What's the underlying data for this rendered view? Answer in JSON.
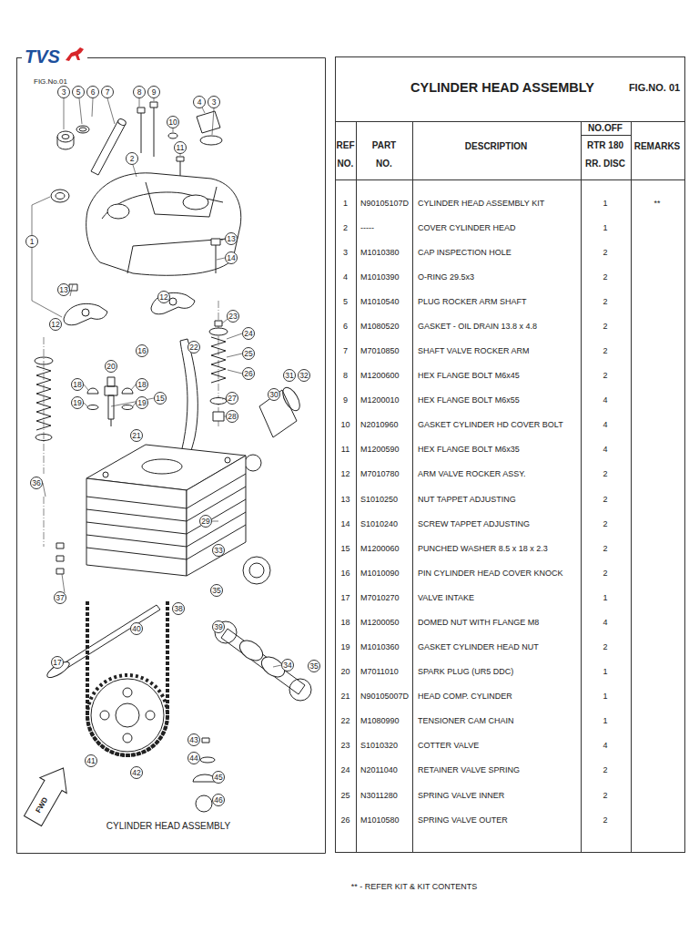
{
  "diagram": {
    "title": "CYLINDER HEAD ASSEMBLY",
    "caption": "CYLINDER HEAD ASSEMBLY",
    "labels": [
      "TVS",
      "FIG.No.01",
      "3",
      "5",
      "6",
      "7",
      "8",
      "9",
      "4",
      "3",
      "10",
      "11",
      "2",
      "1",
      "13",
      "14",
      "12",
      "13",
      "12",
      "16",
      "22",
      "23",
      "24",
      "25",
      "26",
      "27",
      "28",
      "31",
      "32",
      "30",
      "18",
      "19",
      "20",
      "18",
      "19",
      "15",
      "21",
      "36",
      "29",
      "33",
      "35",
      "37",
      "38",
      "39",
      "40",
      "17",
      "34",
      "35",
      "43",
      "44",
      "41",
      "42",
      "45",
      "46",
      "FWD",
      "FIG.NO. 01",
      "REF NO.",
      "PART NO.",
      "DESCRIPTION",
      "NO.OFF",
      "RTR 180 RR. DISC",
      "REMARKS",
      "1",
      "N90105107D",
      "CYLINDER HEAD ASSEMBLY KIT",
      "1",
      "**",
      "2",
      "-----",
      "COVER CYLINDER HEAD",
      "1",
      "3",
      "M1010380",
      "CAP INSPECTION HOLE",
      "2",
      "4",
      "M1010390",
      "O-RING 29.5x3",
      "2",
      "5",
      "M1010540",
      "PLUG ROCKER ARM SHAFT",
      "2",
      "6",
      "M1080520",
      "GASKET - OIL DRAIN 13.8 x 4.8",
      "2",
      "7",
      "M7010850",
      "SHAFT VALVE ROCKER ARM",
      "2",
      "8",
      "M1200600",
      "HEX FLANGE BOLT M6x45",
      "2",
      "9",
      "M1200010",
      "HEX FLANGE BOLT M6x55",
      "4",
      "10",
      "N2010960",
      "GASKET CYLINDER HD COVER BOLT",
      "4",
      "11",
      "M1200590",
      "HEX FLANGE BOLT M6x35",
      "4",
      "12",
      "M7010780",
      "ARM VALVE ROCKER ASSY.",
      "2",
      "13",
      "S1010250",
      "NUT TAPPET ADJUSTING",
      "2",
      "14",
      "S1010240",
      "SCREW TAPPET ADJUSTING",
      "2",
      "15",
      "M1200060",
      "PUNCHED WASHER 8.5 x 18 x 2.3",
      "2",
      "16",
      "M1010090",
      "PIN CYLINDER HEAD COVER KNOCK",
      "2",
      "17",
      "M7010270",
      "VALVE INTAKE",
      "1",
      "18",
      "M1200050",
      "DOMED NUT WITH FLANGE M8",
      "4",
      "19",
      "M1010360",
      "GASKET CYLINDER HEAD NUT",
      "2",
      "20",
      "M7011010",
      "SPARK PLUG (UR5 DDC)",
      "1",
      "21",
      "N90105007D",
      "HEAD COMP. CYLINDER",
      "1",
      "22",
      "M1080990",
      "TENSIONER CAM CHAIN",
      "1",
      "23",
      "S1010320",
      "COTTER VALVE",
      "4",
      "24",
      "N2011040",
      "RETAINER VALVE SPRING",
      "2",
      "25",
      "N3011280",
      "SPRING VALVE INNER",
      "2",
      "26",
      "M1010580",
      "SPRING VALVE OUTER",
      "2",
      "** - REFER KIT & KIT CONTENTS"
    ]
  }
}
